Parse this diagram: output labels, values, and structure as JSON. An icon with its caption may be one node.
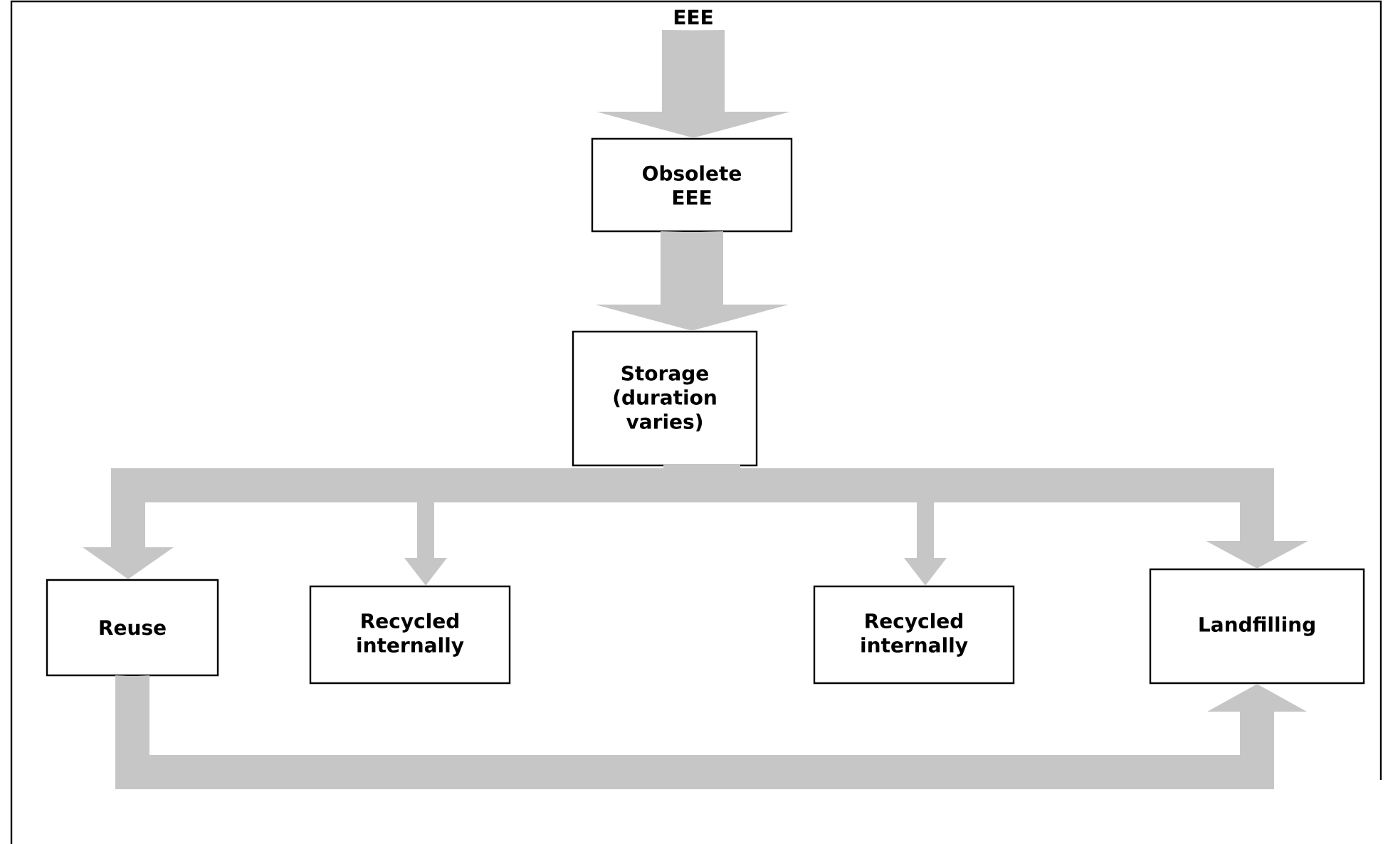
{
  "diagram": {
    "nodes": [
      {
        "text": [
          "EEE"
        ]
      },
      {
        "text": [
          "Obsolete EEE"
        ]
      },
      {
        "text": [
          "Storage (duration varies)"
        ]
      },
      {
        "text": [
          "Reuse"
        ]
      },
      {
        "text": [
          "Recycled internally"
        ]
      },
      {
        "text": [
          "Recycled internally"
        ]
      },
      {
        "text": [
          "Landfilling"
        ]
      }
    ],
    "edges": [
      {
        "from": 0,
        "to": 1,
        "arrow": "to",
        "style": "thick"
      },
      {
        "from": 1,
        "to": 2,
        "arrow": "to",
        "style": "thick"
      },
      {
        "from": 2,
        "to": 3,
        "arrow": "to"
      },
      {
        "from": 2,
        "to": 4,
        "arrow": "to"
      },
      {
        "from": 2,
        "to": 5,
        "arrow": "to"
      },
      {
        "from": 2,
        "to": 6,
        "arrow": "to"
      },
      {
        "from": 3,
        "to": 6,
        "arrow": "to"
      }
    ]
  }
}
